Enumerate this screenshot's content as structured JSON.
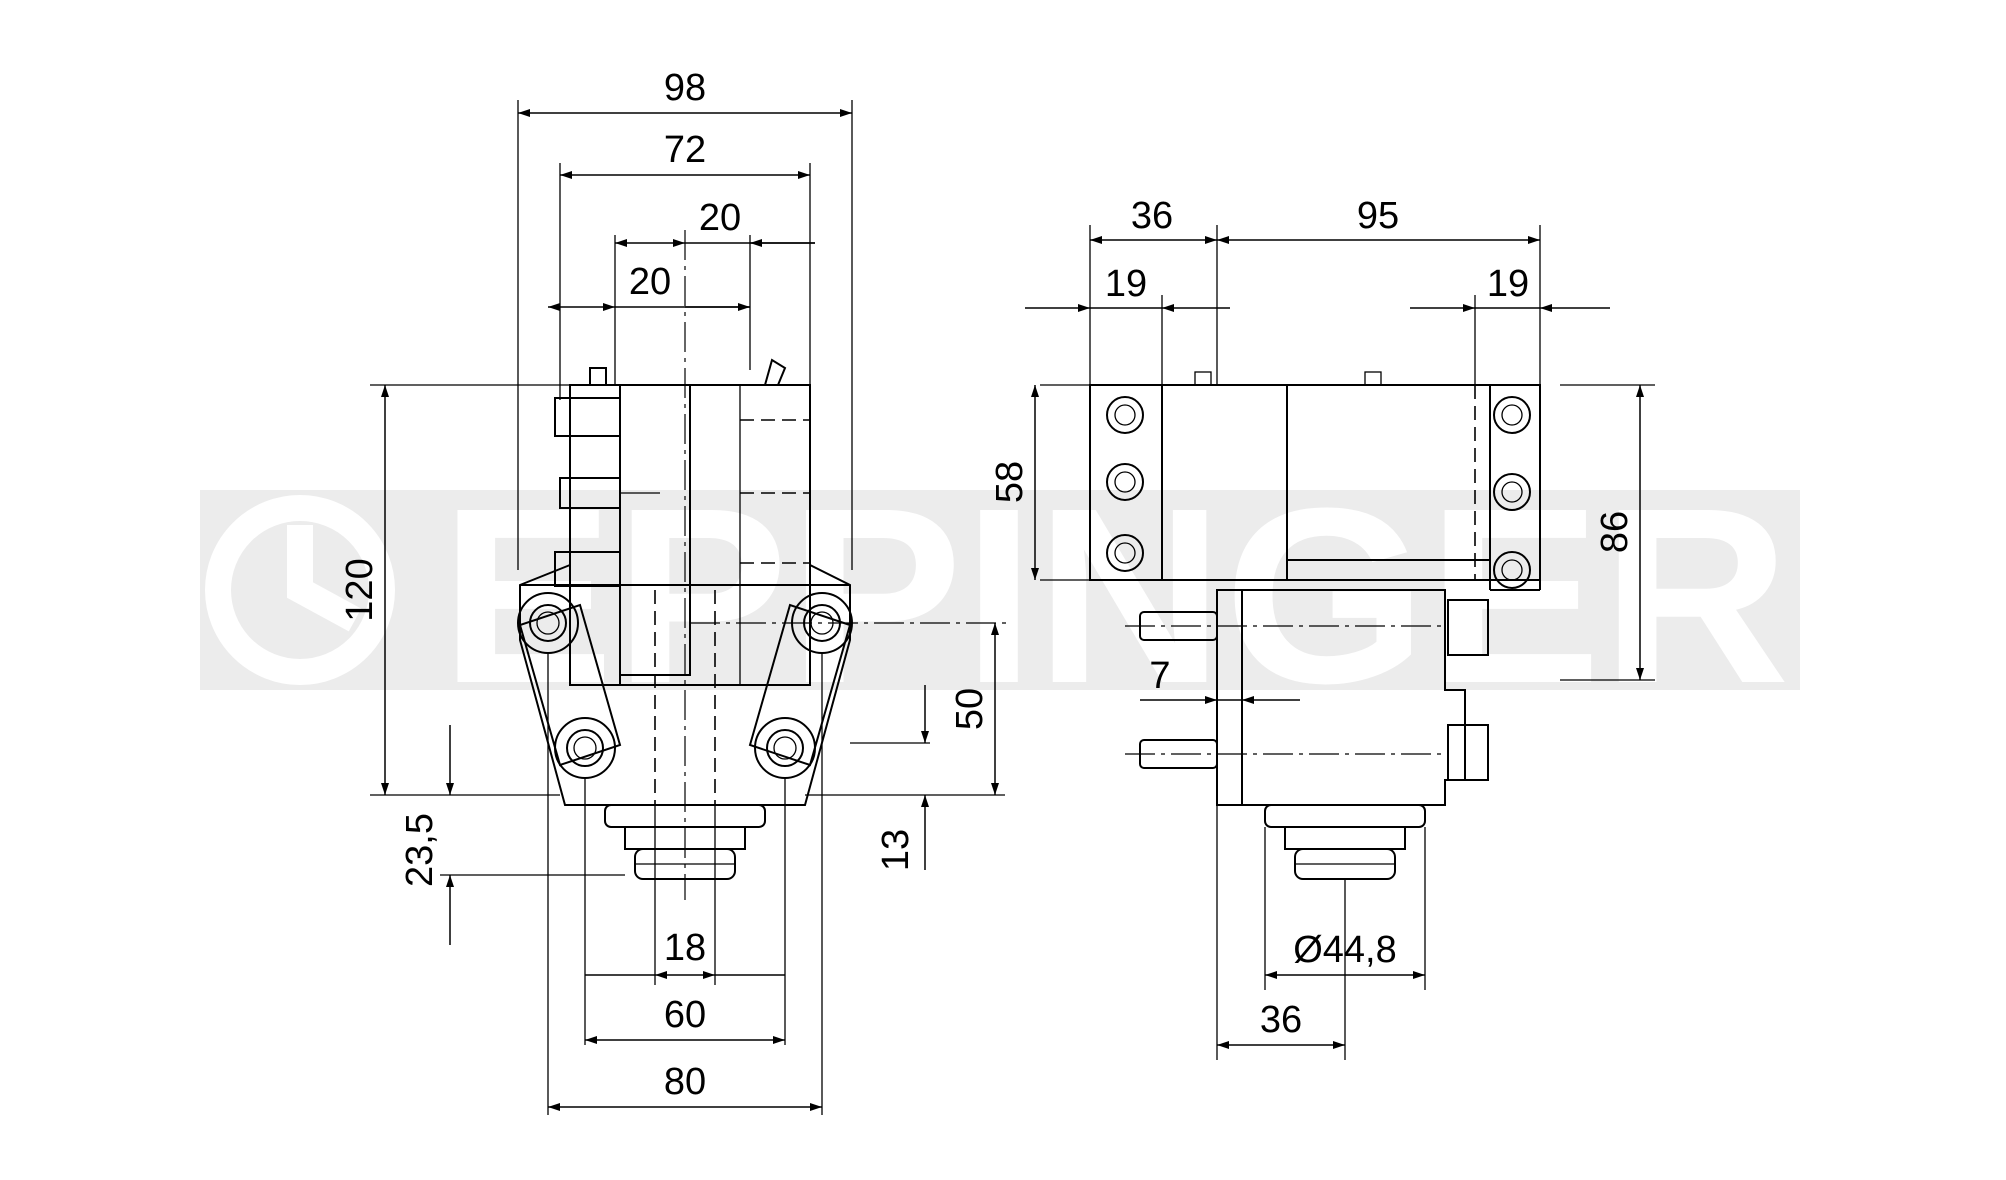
{
  "watermark": {
    "text": "EPPINGER",
    "color": "#e8e8e8"
  },
  "front_view": {
    "dims": {
      "overall_width": "98",
      "inner_width": "72",
      "offset_right": "20",
      "offset_left": "20",
      "height": "120",
      "lower_height": "50",
      "spigot_depth": "23,5",
      "flange_height": "13",
      "center_distance": "18",
      "base_inner": "60",
      "base_outer": "80"
    }
  },
  "side_view": {
    "dims": {
      "left_block": "36",
      "main_body": "95",
      "left_hole_offset": "19",
      "right_hole_offset": "19",
      "plate_height": "58",
      "body_height": "86",
      "pin_offset": "7",
      "spigot_diameter": "Ø44,8",
      "bottom_offset": "36"
    }
  },
  "colors": {
    "line": "#000000",
    "background": "#ffffff"
  }
}
